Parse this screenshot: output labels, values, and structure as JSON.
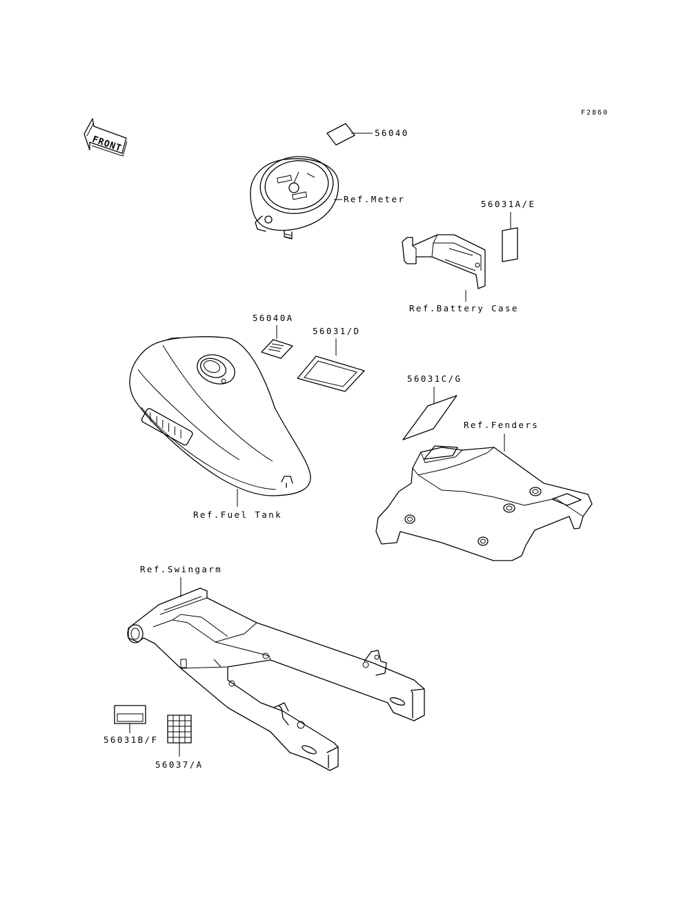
{
  "figure_id": "F2860",
  "front_label": "FRONT",
  "callouts": {
    "p56040": "56040",
    "ref_meter": "Ref.Meter",
    "p56031ae": "56031A/E",
    "ref_battery_case": "Ref.Battery Case",
    "p56040a": "56040A",
    "p56031d": "56031/D",
    "p56031cg": "56031C/G",
    "ref_fenders": "Ref.Fenders",
    "ref_fuel_tank": "Ref.Fuel Tank",
    "ref_swingarm": "Ref.Swingarm",
    "p56031bf": "56031B/F",
    "p56037a": "56037/A"
  }
}
